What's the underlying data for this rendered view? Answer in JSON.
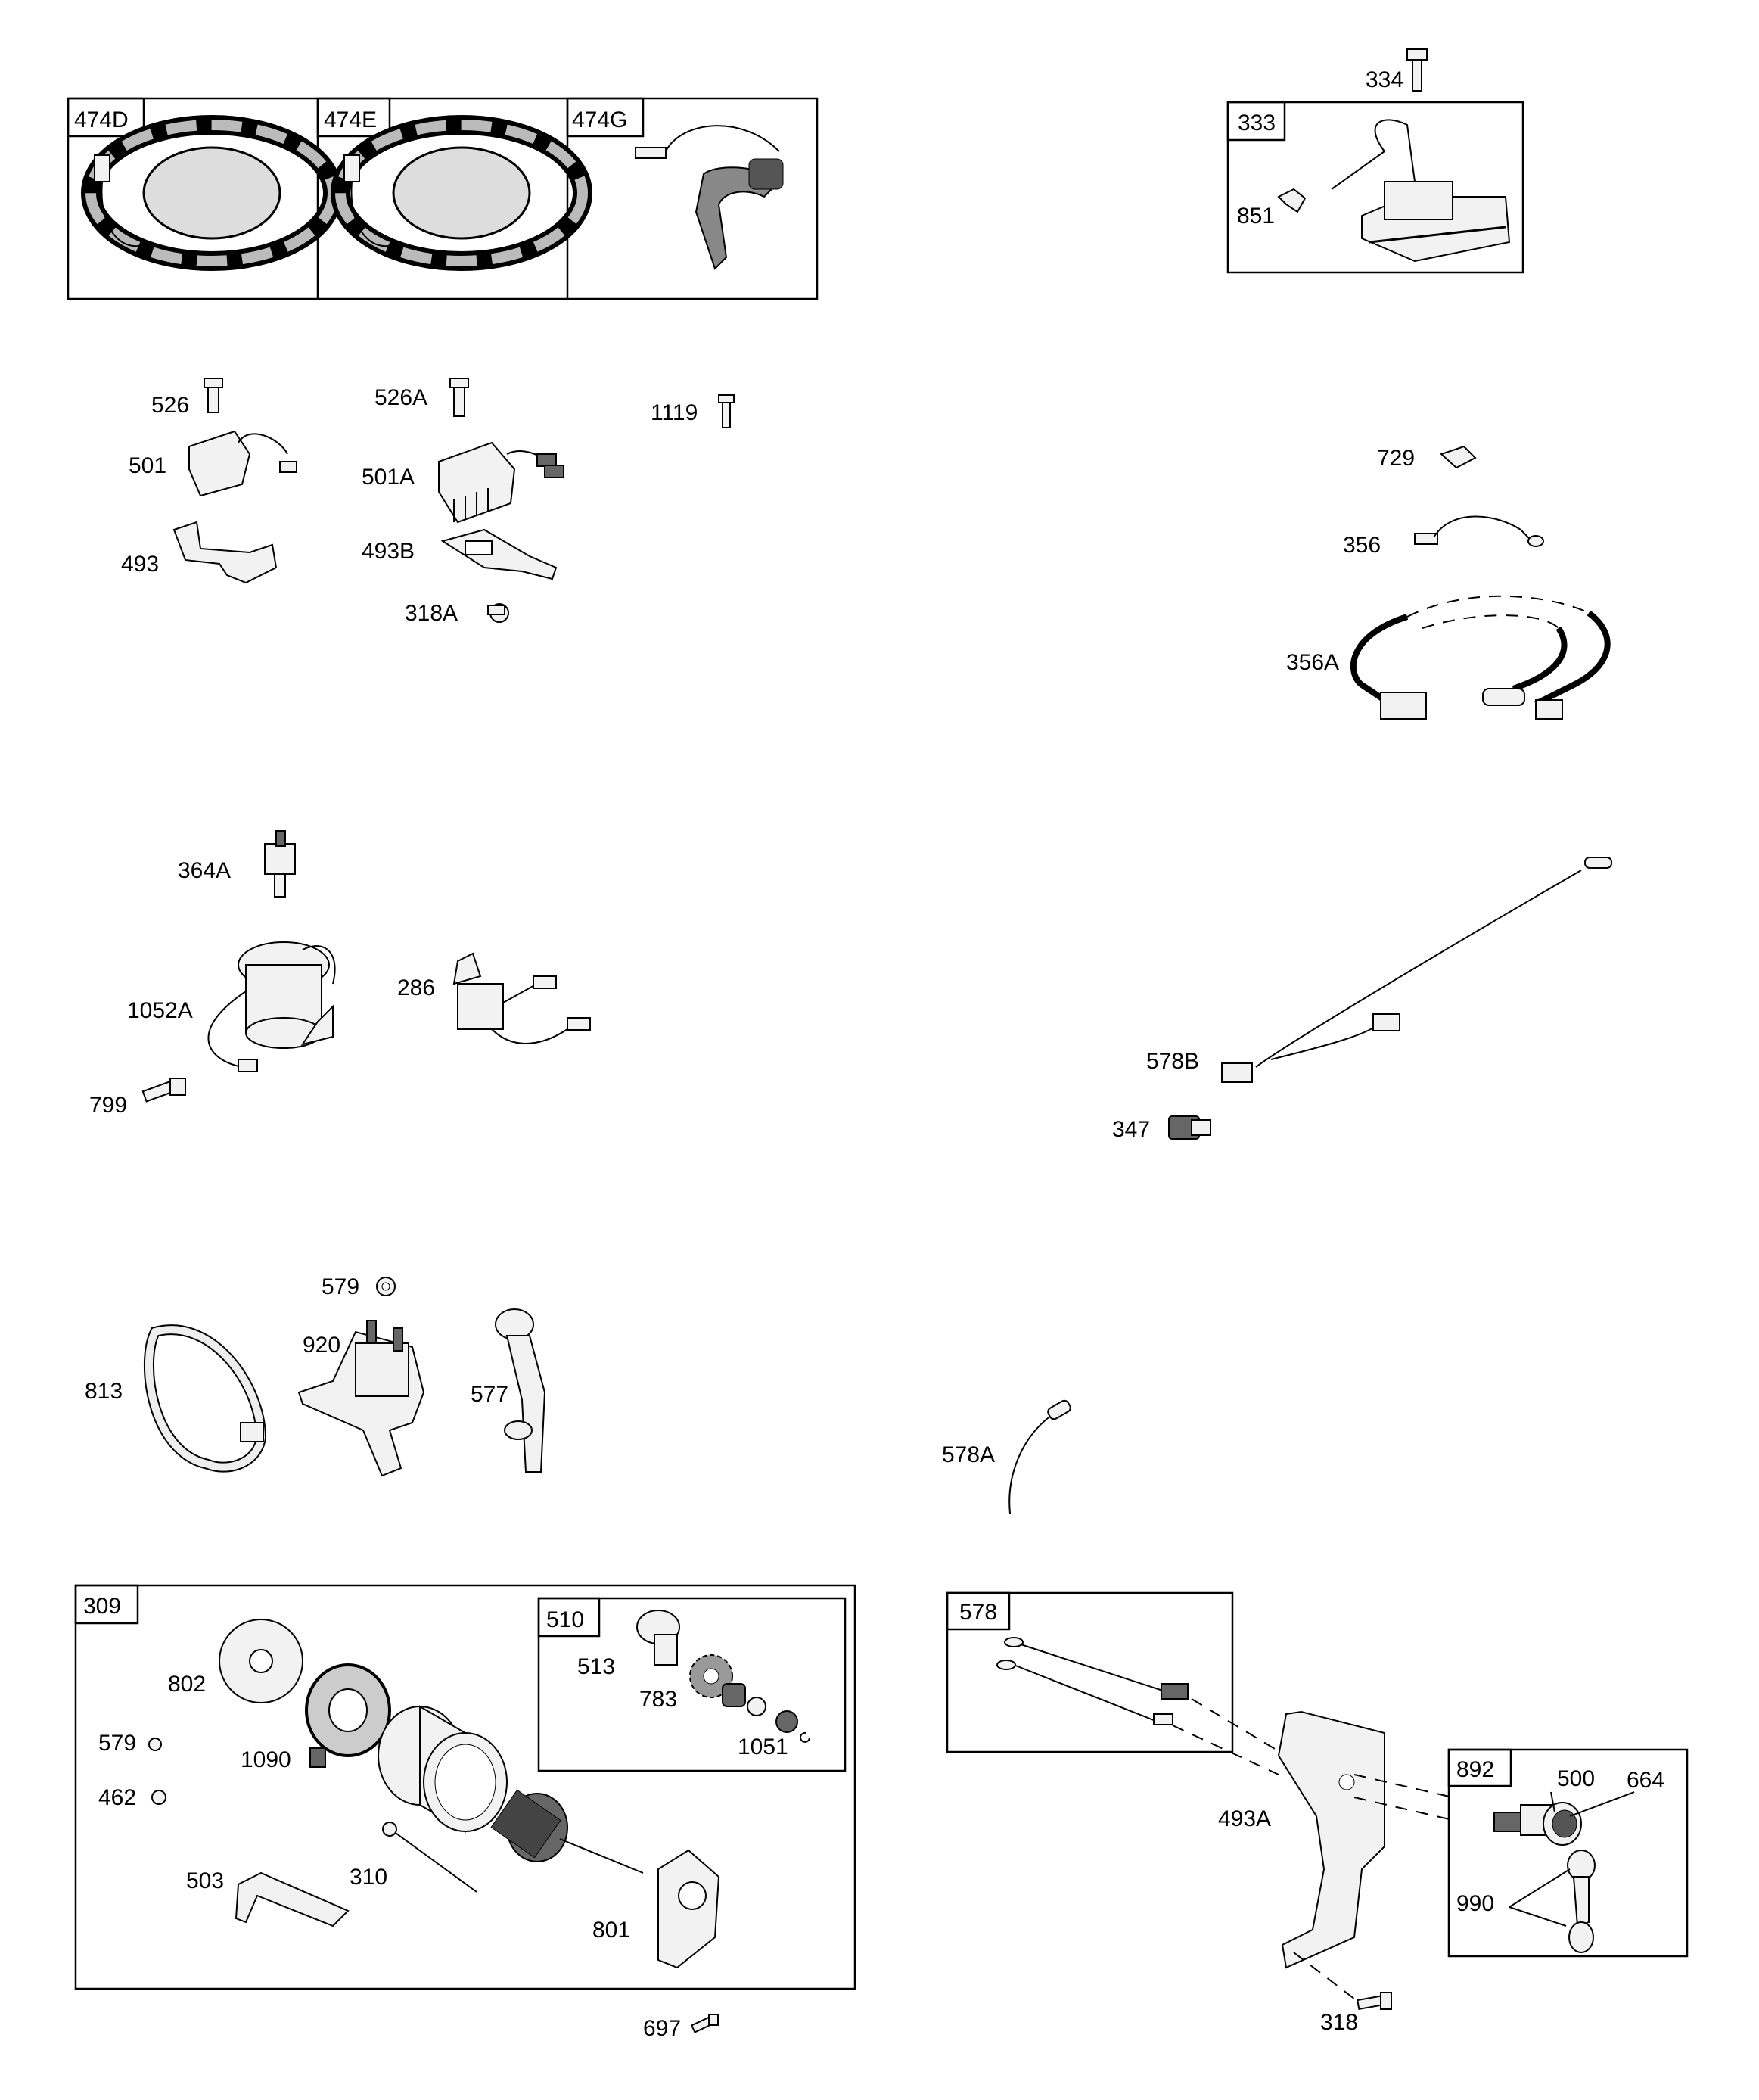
{
  "labels": {
    "l474D": "474D",
    "l474E": "474E",
    "l474G": "474G",
    "l333": "333",
    "l334": "334",
    "l851": "851",
    "l526": "526",
    "l526A": "526A",
    "l1119": "1119",
    "l501": "501",
    "l501A": "501A",
    "l493": "493",
    "l493B": "493B",
    "l318A": "318A",
    "l729": "729",
    "l356": "356",
    "l356A": "356A",
    "l364A": "364A",
    "l1052A": "1052A",
    "l286": "286",
    "l799": "799",
    "l578B": "578B",
    "l347": "347",
    "l579a": "579",
    "l920": "920",
    "l813": "813",
    "l577": "577",
    "l578A": "578A",
    "l309": "309",
    "l510": "510",
    "l513": "513",
    "l783": "783",
    "l1051": "1051",
    "l802": "802",
    "l579b": "579",
    "l1090": "1090",
    "l462": "462",
    "l503": "503",
    "l310": "310",
    "l801": "801",
    "l697": "697",
    "l578": "578",
    "l493A": "493A",
    "l318": "318",
    "l892": "892",
    "l500": "500",
    "l664": "664",
    "l990": "990"
  }
}
